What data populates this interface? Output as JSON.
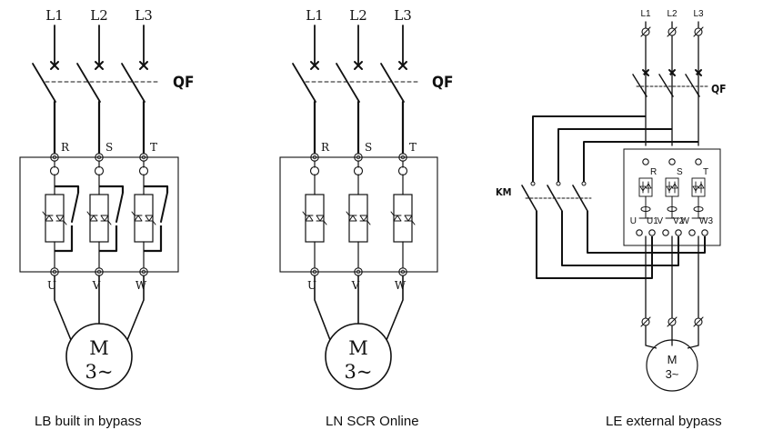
{
  "diagrams": [
    {
      "caption": "LB built in bypass",
      "phase_labels": [
        "L1",
        "L2",
        "L3"
      ],
      "breaker_label": "QF",
      "input_terminals": [
        "R",
        "S",
        "T"
      ],
      "output_terminals": [
        "U",
        "V",
        "W"
      ],
      "motor": {
        "line1": "M",
        "line2": "3~"
      }
    },
    {
      "caption": "LN SCR Online",
      "phase_labels": [
        "L1",
        "L2",
        "L3"
      ],
      "breaker_label": "QF",
      "input_terminals": [
        "R",
        "S",
        "T"
      ],
      "output_terminals": [
        "U",
        "V",
        "W"
      ],
      "motor": {
        "line1": "M",
        "line2": "3~"
      }
    },
    {
      "caption": "LE external bypass",
      "phase_labels": [
        "L1",
        "L2",
        "L3"
      ],
      "breaker_label": "QF",
      "contactor_label": "KM",
      "input_terminals": [
        "R",
        "S",
        "T"
      ],
      "output_terminals": [
        "U",
        "U1",
        "V",
        "V2",
        "W",
        "W3"
      ],
      "motor": {
        "line1": "M",
        "line2": "3~"
      }
    }
  ]
}
